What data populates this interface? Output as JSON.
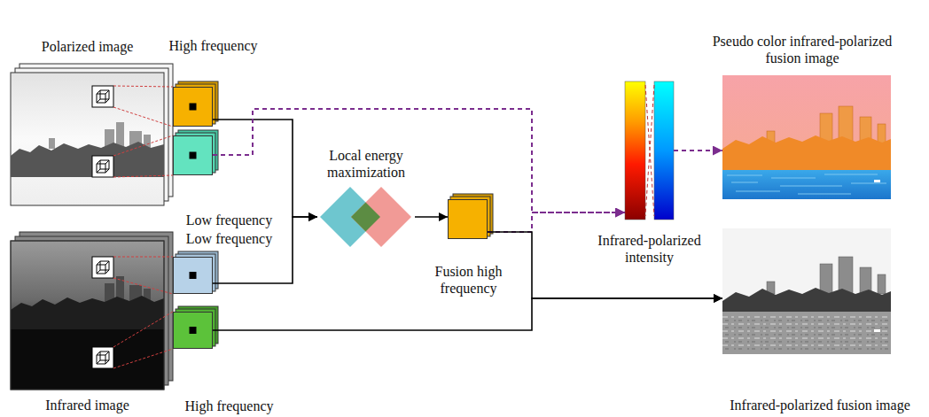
{
  "diagram": {
    "nodes": [
      {
        "text": [
          "Polarized image"
        ]
      },
      {
        "text": [
          "High frequency"
        ]
      },
      {
        "text": [
          "Low frequency"
        ]
      },
      {
        "text": [
          "Low frequency"
        ]
      },
      {
        "text": [
          "Infrared image"
        ]
      },
      {
        "text": [
          "High frequency"
        ]
      },
      {
        "text": [
          "Local energy maximization"
        ]
      },
      {
        "text": [
          "Fusion high frequency"
        ]
      },
      {
        "text": [
          "Infrared-polarized intensity"
        ]
      },
      {
        "text": [
          "Pseudo color infrared-polarized fusion image"
        ]
      },
      {
        "text": [
          "Infrared-polarized fusion image"
        ]
      }
    ],
    "edges": [
      {
        "from": 1,
        "to": 6,
        "arrow": "to"
      },
      {
        "from": 3,
        "to": 6,
        "arrow": "to"
      },
      {
        "from": 2,
        "to": 8,
        "arrow": "to"
      },
      {
        "from": 6,
        "to": 7,
        "arrow": "to"
      },
      {
        "from": 7,
        "to": 8,
        "arrow": "to"
      },
      {
        "from": 7,
        "to": 10,
        "arrow": "to"
      },
      {
        "from": 5,
        "to": 10,
        "arrow": "to"
      },
      {
        "from": 8,
        "to": 9,
        "arrow": "to"
      }
    ]
  }
}
